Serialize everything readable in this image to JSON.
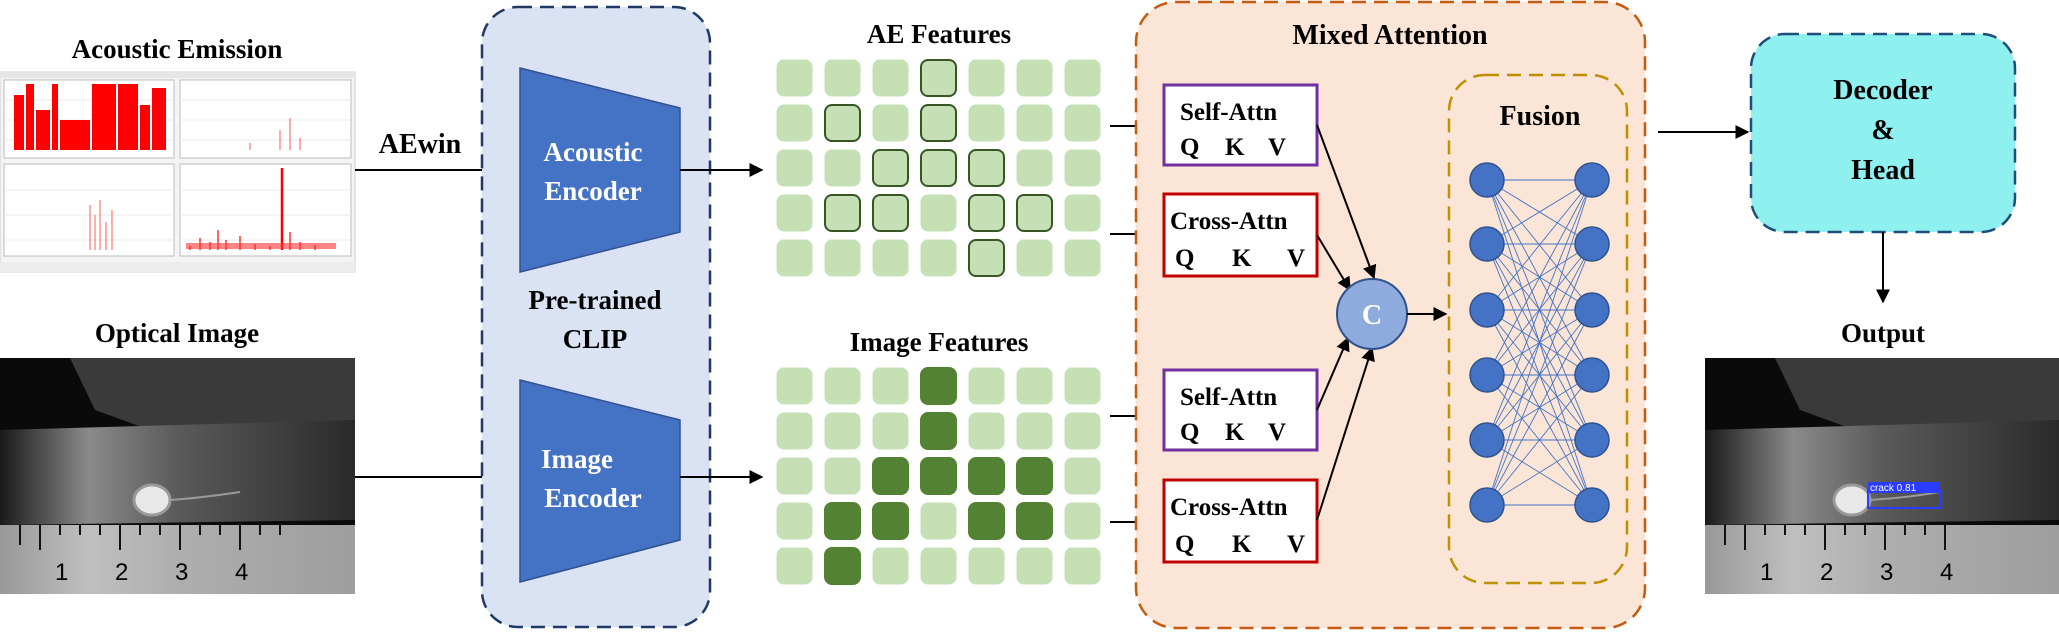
{
  "inputs": {
    "acoustic_title": "Acoustic Emission",
    "optical_title": "Optical Image",
    "aewin_label": "AEwin",
    "ruler_numbers": [
      "1",
      "2",
      "3",
      "4"
    ]
  },
  "clip": {
    "title_line1": "Pre-trained",
    "title_line2": "CLIP",
    "acoustic_encoder_line1": "Acoustic",
    "acoustic_encoder_line2": "Encoder",
    "image_encoder_line1": "Image",
    "image_encoder_line2": "Encoder"
  },
  "features": {
    "ae_title": "AE Features",
    "image_title": "Image Features",
    "ae_highlight": [
      [
        0,
        3
      ],
      [
        1,
        1
      ],
      [
        1,
        3
      ],
      [
        2,
        2
      ],
      [
        2,
        3
      ],
      [
        2,
        4
      ],
      [
        3,
        1
      ],
      [
        3,
        2
      ],
      [
        3,
        4
      ],
      [
        3,
        5
      ],
      [
        4,
        4
      ]
    ],
    "image_highlight": [
      [
        0,
        3
      ],
      [
        1,
        3
      ],
      [
        2,
        2
      ],
      [
        2,
        3
      ],
      [
        2,
        4
      ],
      [
        2,
        5
      ],
      [
        3,
        1
      ],
      [
        3,
        2
      ],
      [
        3,
        4
      ],
      [
        3,
        5
      ],
      [
        4,
        1
      ]
    ]
  },
  "mixed_attention": {
    "title": "Mixed Attention",
    "self_attn_label": "Self-Attn",
    "cross_attn_label": "Cross-Attn",
    "q": "Q",
    "k": "K",
    "v": "V",
    "concat_symbol": "C",
    "fusion_title": "Fusion"
  },
  "decoder": {
    "line1": "Decoder",
    "line2": "&",
    "line3": "Head"
  },
  "output": {
    "title": "Output",
    "detection_label": "crack 0.81"
  },
  "colors": {
    "encoder_blue": "#4472c4",
    "clip_bg": "#dae3f3",
    "clip_border": "#1f3864",
    "feature_light": "#c5e0b4",
    "feature_dark": "#548235",
    "mixed_bg": "#fbe5d6",
    "mixed_border": "#c55a11",
    "self_attn_border": "#7030a0",
    "cross_attn_border": "#c00000",
    "fusion_border": "#bf9000",
    "node_blue": "#4472c4",
    "decoder_bg": "#8ff0f0",
    "decoder_border": "#1f4e79",
    "concat_fill": "#8faadc",
    "ae_signal_red": "#ff0000"
  }
}
